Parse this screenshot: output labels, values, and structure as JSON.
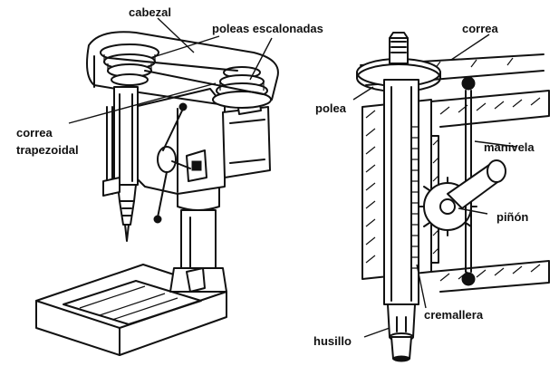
{
  "labels": {
    "cabezal": "cabezal",
    "poleas_escalonadas": "poleas escalonadas",
    "correa_trapezoidal_1": "correa",
    "correa_trapezoidal_2": "trapezoidal",
    "correa": "correa",
    "polea": "polea",
    "manivela": "manivela",
    "pinon": "piñón",
    "cremallera": "cremallera",
    "husillo": "husillo"
  }
}
